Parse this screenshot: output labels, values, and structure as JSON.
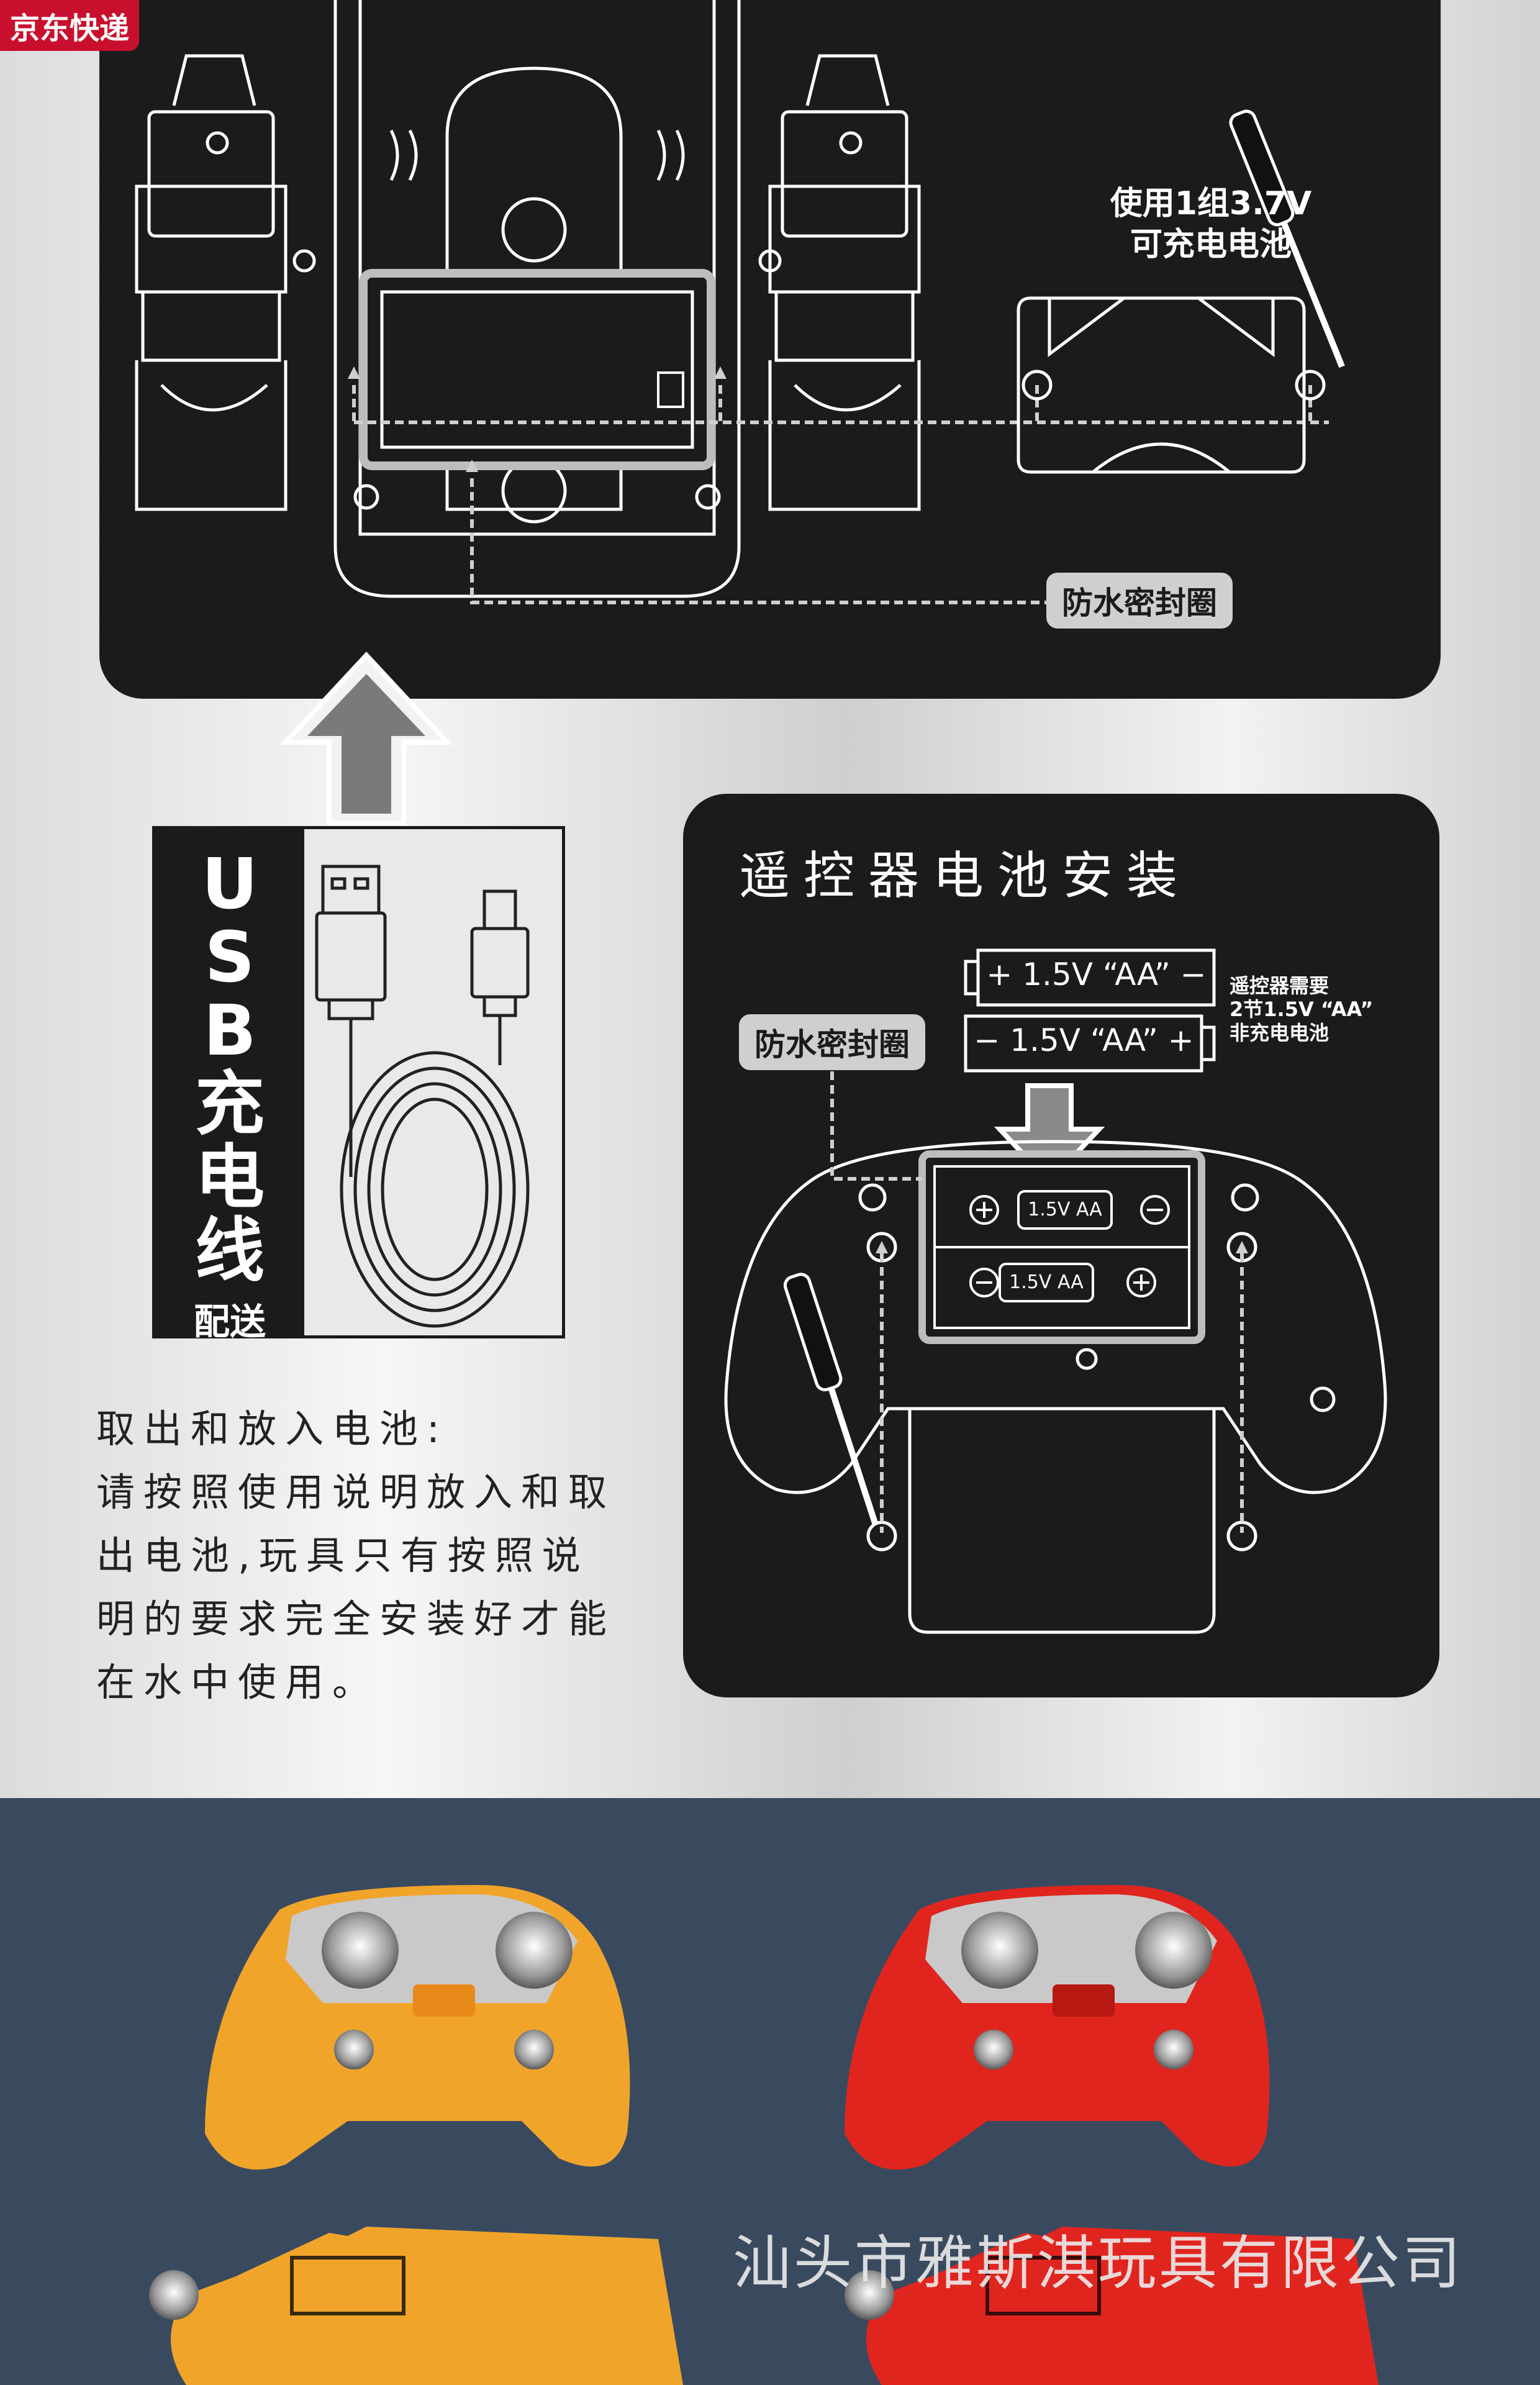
{
  "badge": "京东快递",
  "top_panel": {
    "battery_note_line1": "使用1组3.7V",
    "battery_note_line2": "可充电电池",
    "seal_tag": "防水密封圈"
  },
  "usb": {
    "chars": [
      "U",
      "S",
      "B",
      "充",
      "电",
      "线"
    ],
    "sub": "配送"
  },
  "remote_panel": {
    "title": "遥控器电池安装",
    "battery1": "+ 1.5V “AA” −",
    "battery2": "− 1.5V “AA” +",
    "note_line1": "遥控器需要",
    "note_line2": "2节1.5V “AA”",
    "note_line3": "非充电电池",
    "seal_tag": "防水密封圈",
    "cell1": "1.5V AA",
    "cell2": "1.5V AA"
  },
  "instructions": [
    "取出和放入电池:",
    "请按照使用说明放入和取",
    "出电池,玩具只有按照说",
    "明的要求完全安装好才能",
    "在水中使用。"
  ],
  "watermark": "汕头市雅斯淇玩具有限公司",
  "colors": {
    "panel": "#1b1b1b",
    "badge": "#c8102e",
    "orange": "#f0a52a",
    "red": "#e0251f",
    "dark_section": "#3a4a5e"
  }
}
